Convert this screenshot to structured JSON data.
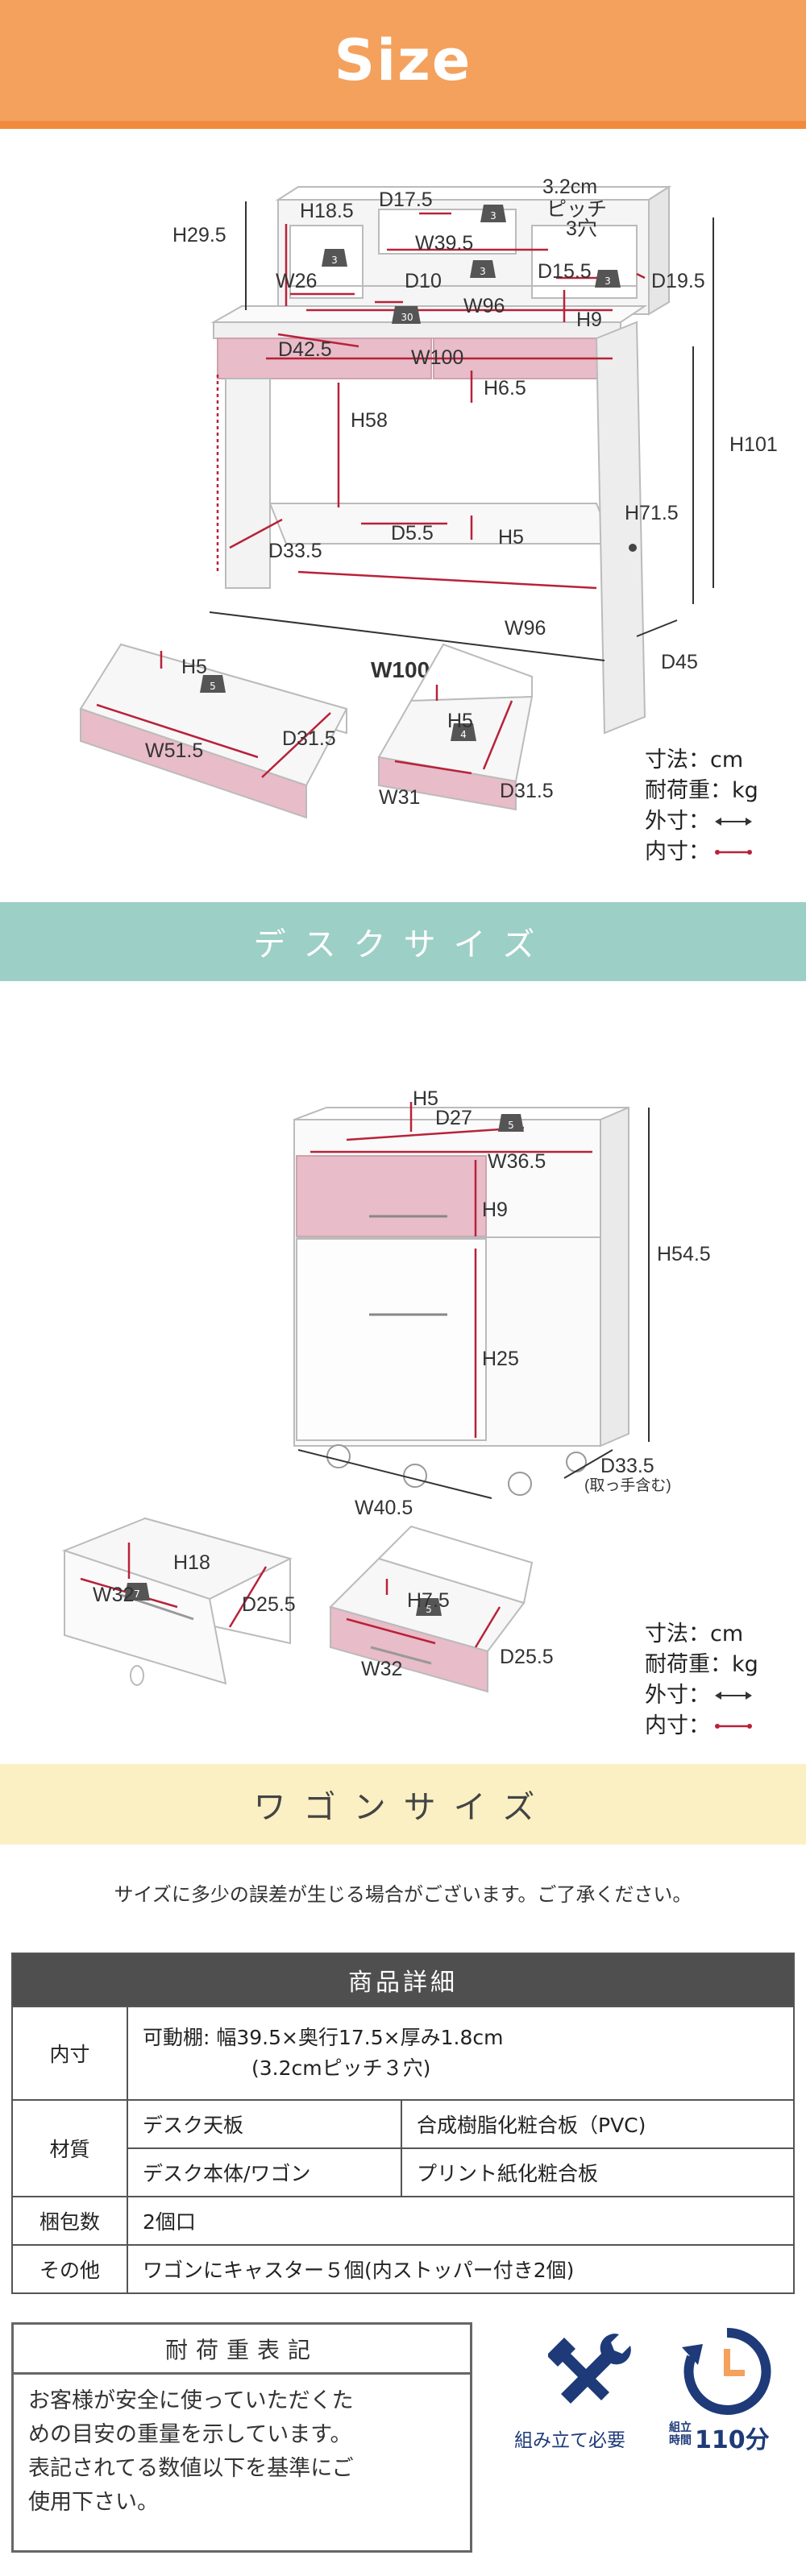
{
  "header": {
    "title": "Size"
  },
  "desk_dims": {
    "h29_5": "H29.5",
    "h18_5": "H18.5",
    "d17_5": "D17.5",
    "pitch_cm": "3.2cm",
    "pitch_word": "ピッチ",
    "pitch_holes": "3穴",
    "w39_5": "W39.5",
    "w26": "W26",
    "d10": "D10",
    "d15_5": "D15.5",
    "d19_5": "D19.5",
    "w96_top": "W96",
    "h9": "H9",
    "d42_5": "D42.5",
    "w100_in": "W100",
    "h6_5": "H6.5",
    "h58": "H58",
    "h101": "H101",
    "h71_5": "H71.5",
    "d5_5": "D5.5",
    "h5": "H5",
    "d33_5": "D33.5",
    "w96_bottom": "W96",
    "w100_out": "W100",
    "d45": "D45",
    "dr1_h5": "H5",
    "dr1_w": "W51.5",
    "dr1_d": "D31.5",
    "dr2_h5": "H5",
    "dr2_w": "W31",
    "dr2_d": "D31.5",
    "load_3a": "3",
    "load_3b": "3",
    "load_3c": "3",
    "load_3d": "3",
    "load_30": "30",
    "load_5": "5",
    "load_4": "4"
  },
  "legend1": {
    "unit": "寸法：cm",
    "load": "耐荷重：kg",
    "outer": "外寸：",
    "inner": "内寸："
  },
  "desk_band": {
    "label": "デスクサイズ"
  },
  "wagon_dims": {
    "h5": "H5",
    "d27": "D27",
    "w36_5": "W36.5",
    "h9": "H9",
    "h54_5": "H54.5",
    "h25": "H25",
    "d33_5": "D33.5",
    "d33_5_note": "(取っ手含む)",
    "w40_5": "W40.5",
    "dr1_h": "H18",
    "dr1_w": "W32",
    "dr1_d": "D25.5",
    "dr2_h": "H7.5",
    "dr2_w": "W32",
    "dr2_d": "D25.5",
    "load_5a": "5",
    "load_7": "7",
    "load_5b": "5"
  },
  "legend2": {
    "unit": "寸法：cm",
    "load": "耐荷重：kg",
    "outer": "外寸：",
    "inner": "内寸："
  },
  "wagon_band": {
    "label": "ワゴンサイズ"
  },
  "note": "サイズに多少の誤差が生じる場合がございます。ご了承ください。",
  "spec": {
    "title": "商品詳細",
    "inner_label": "内寸",
    "inner_line1": "可動棚:  幅39.5×奥行17.5×厚み1.8cm",
    "inner_line2": "(3.2cmピッチ３穴)",
    "material_label": "材質",
    "mat1_part": "デスク天板",
    "mat1_val": "合成樹脂化粧合板（PVC)",
    "mat2_part": "デスク本体/ワゴン",
    "mat2_val": "プリント紙化粧合板",
    "package_label": "梱包数",
    "package_val": "2個口",
    "other_label": "その他",
    "other_val": "ワゴンにキャスター５個(内ストッパー付き2個)"
  },
  "load_notice": {
    "title": "耐荷重表記",
    "text1": "お客様が安全に使っていただくた",
    "text2": "めの目安の重量を示しています。",
    "text3": "表記されてる数値以下を基準にご",
    "text4": "使用下さい。"
  },
  "assembly": {
    "label": "組み立て必要",
    "time_top": "組立",
    "time_bottom": "時間",
    "time_value": "110分"
  },
  "colors": {
    "orange": "#f4a15d",
    "teal": "#9ccfc6",
    "cream": "#fbf0c3",
    "pink": "#e8bcc8",
    "arrow_red": "#b8223a"
  }
}
